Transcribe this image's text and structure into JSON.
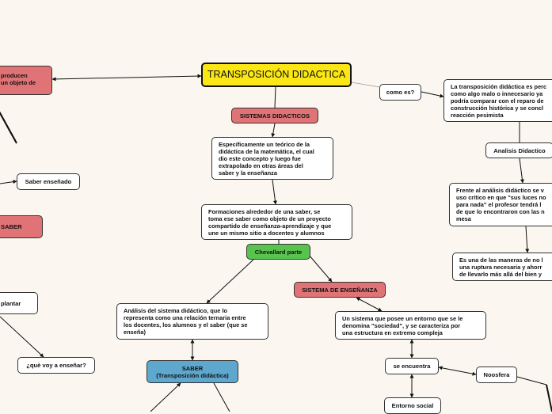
{
  "colors": {
    "background": "#fbf7f0",
    "root_fill": "#fbe616",
    "red_fill": "#df7375",
    "green_fill": "#59c34f",
    "blue_fill": "#5ea8cf",
    "line": "#111111"
  },
  "map": {
    "root": "TRANSPOSICIÓN DIDACTICA",
    "sistemas_didacticos": "SISTEMAS DIDACTICOS",
    "especificamente": "Específicamente un teórico de la\ndidáctica de la matemática, el cual\ndio este concepto y luego fue\nextrapolado en otras áreas del\nsaber y la enseñanza",
    "formaciones": "Formaciones alrededor de una saber, se\ntoma ese saber como objeto de un proyecto\ncompartido de enseñanza-aprendizaje y que\nune un mismo sitio a docentes y alumnos",
    "chevallard": "Chevallard parte",
    "sistema_ensenanza": "SISTEMA DE ENSEÑANZA",
    "analisis_sistema": "Análisis del sistema didáctico, que lo\nrepresenta como una relación ternaria entre\nlos docentes, los alumnos y el saber (que se\nenseña)",
    "saber_transposicion": "SABER\n(Transposición didáctica)",
    "sistema_entorno": "Un sistema que posee un entorno que se le\ndenomina \"sociedad\", y se caracteriza por\nuna estructura en extremo compleja",
    "se_encuentra": "se encuentra",
    "noosfera": "Noosfera",
    "entorno_social": "Entorno social",
    "como_es": "como es?",
    "transposicion_percibida": "La transposición didáctica es perc\ncomo algo malo o innecesario ya\npodría comparar con el reparo de\nconstrucción histórica y se concl\nreacción pesimista",
    "analisis_didactico": "Analisis Didactico",
    "frente_analisis": "Frente al análisis didáctico se v\nuso crítico en que \"sus luces no\npara nada\" el profesor tendrá l\nde que lo encontraron con las n\nmesa",
    "es_una_maneras": "Es una de las maneras de no l\nuna ruptura necesaria y ahorr\nde llevarlo más allá del bien y",
    "producen": "producen\nun objeto de",
    "saber_ensenado": "Saber enseñado",
    "saber_left": "SABER",
    "plantar": "plantar",
    "que_voy": "¿què voy a enseñar?"
  }
}
